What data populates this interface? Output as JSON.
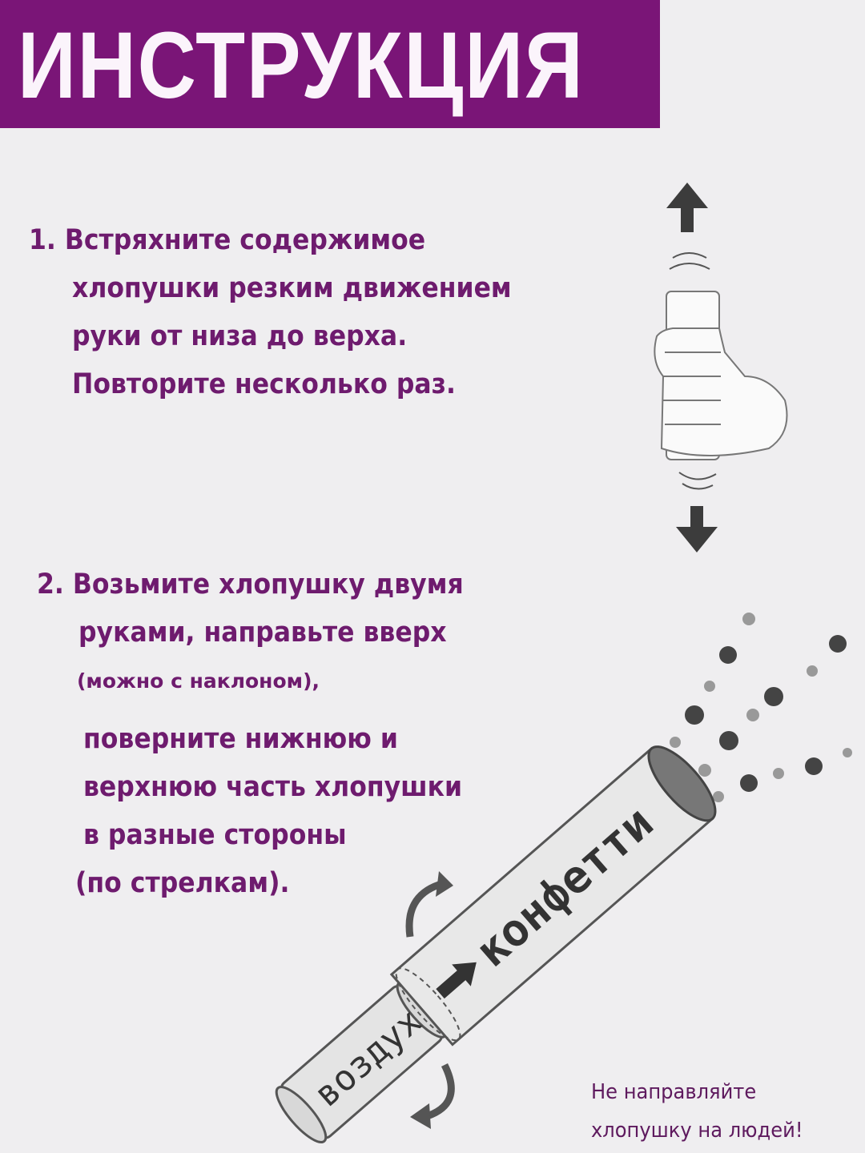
{
  "header": {
    "title": "ИНСТРУКЦИЯ"
  },
  "step1": {
    "lines": [
      "1. Встряхните содержимое",
      "хлопушки резким движением",
      "руки от низа до верха.",
      "Повторите несколько раз."
    ]
  },
  "step2": {
    "lines": [
      "2. Возьмите хлопушку двумя",
      "руками, направьте вверх",
      "(можно с наклоном),",
      "поверните нижнюю и",
      "верхнюю часть хлопушки",
      "в разные стороны",
      "(по стрелкам)."
    ]
  },
  "tube": {
    "air_label": "воздух",
    "confetti_label": "конфетти"
  },
  "warning": {
    "lines": [
      "Не направляйте",
      "хлопушку на людей!"
    ]
  },
  "colors": {
    "accent": "#7a1577",
    "text": "#6e1b6e",
    "background": "#efeef0"
  }
}
